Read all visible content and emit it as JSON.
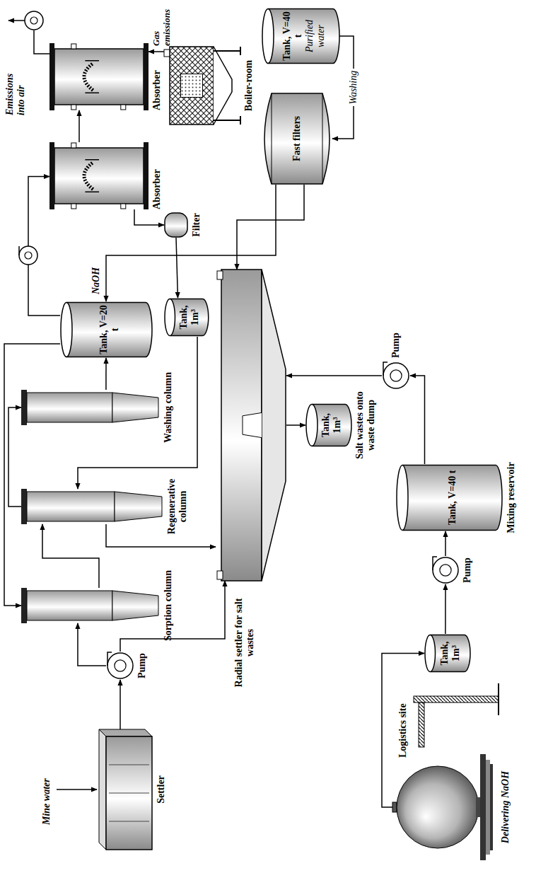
{
  "diagram": {
    "nodes": [
      {
        "text": [
          "Settler"
        ]
      },
      {
        "text": [
          "Pump"
        ]
      },
      {
        "text": [
          "Sorption column"
        ]
      },
      {
        "text": [
          "Regenerative column"
        ]
      },
      {
        "text": [
          "Washing column"
        ]
      },
      {
        "text": [
          "Tank, V=20 t"
        ]
      },
      {
        "text": [
          "Tank, 1m³"
        ]
      },
      {
        "text": [
          "Radial settler for salt wastes"
        ]
      },
      {
        "text": [
          "Filter"
        ]
      },
      {
        "text": [
          "Absorber"
        ]
      },
      {
        "text": [
          "Absorber"
        ]
      },
      {
        "text": [
          "Boiler-room"
        ]
      },
      {
        "text": [
          "Fast filters"
        ]
      },
      {
        "text": [
          "Tank, V=40 t",
          "Purified water"
        ]
      },
      {
        "text": [
          "Tank, 1m³",
          "Salt wastes onto waste dump"
        ]
      },
      {
        "text": [
          "Pump"
        ]
      },
      {
        "text": [
          "Tank, V=40 t",
          "Mixing reservoir"
        ]
      },
      {
        "text": [
          "Pump"
        ]
      },
      {
        "text": [
          "Tank, 1m³"
        ]
      },
      {
        "text": [
          "Delivering NaOH"
        ]
      }
    ],
    "edges": [
      {
        "from": 0,
        "to": 1,
        "arrow": "to"
      },
      {
        "from": 1,
        "to": 2,
        "arrow": "to"
      },
      {
        "from": 1,
        "to": 7,
        "arrow": "to"
      },
      {
        "from": 2,
        "to": 3,
        "arrow": "to"
      },
      {
        "from": 3,
        "to": 4,
        "arrow": "to"
      },
      {
        "from": 3,
        "to": 7,
        "arrow": "to"
      },
      {
        "from": 4,
        "to": 5,
        "arrow": "to"
      },
      {
        "from": 5,
        "to": 2,
        "arrow": "to"
      },
      {
        "from": 5,
        "to": 9,
        "arrow": "to"
      },
      {
        "from": 6,
        "to": 3,
        "arrow": "to"
      },
      {
        "from": 8,
        "to": 6,
        "arrow": "to"
      },
      {
        "from": 9,
        "to": 8,
        "arrow": "to"
      },
      {
        "from": 9,
        "to": 10,
        "arrow": "to"
      },
      {
        "from": 11,
        "to": 10,
        "arrow": "to"
      },
      {
        "from": 13,
        "to": 12,
        "label": "Washing",
        "arrow": "to"
      },
      {
        "from": 12,
        "to": 7,
        "arrow": "to"
      },
      {
        "from": 12,
        "to": 5,
        "arrow": "to"
      },
      {
        "from": 7,
        "to": 14,
        "arrow": "to"
      },
      {
        "from": 15,
        "to": 7,
        "arrow": "to"
      },
      {
        "from": 16,
        "to": 15,
        "arrow": "to"
      },
      {
        "from": 17,
        "to": 16,
        "arrow": "to"
      },
      {
        "from": 18,
        "to": 17,
        "arrow": "to"
      },
      {
        "from": 19,
        "to": 18,
        "arrow": "to"
      }
    ],
    "labels": [
      "Mine water",
      "NaOH",
      "Gas emissions",
      "Emissions into air",
      "Logistics site"
    ]
  }
}
